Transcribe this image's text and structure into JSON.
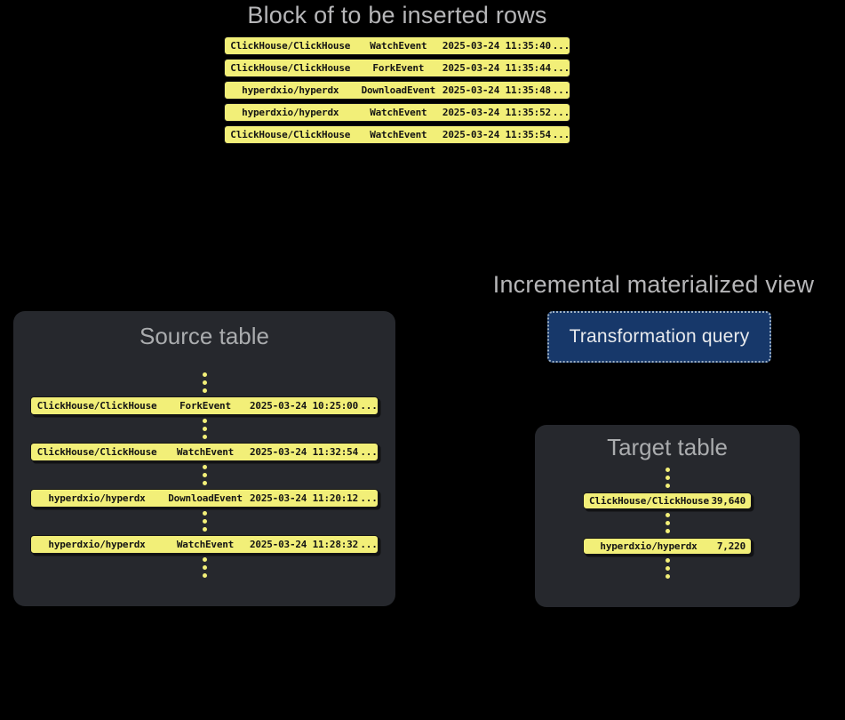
{
  "colors": {
    "background": "#000000",
    "panel": "#26282d",
    "row_yellow": "#f2ef78",
    "row_text": "#141414",
    "title_gray": "#b6b6b8",
    "button_bg": "#17386a",
    "button_border": "#9db0c4",
    "button_text": "#e8eaed"
  },
  "insert_block": {
    "title": "Block of to be inserted rows",
    "rows": [
      {
        "repo": "ClickHouse/ClickHouse",
        "event": "WatchEvent",
        "timestamp": "2025-03-24 11:35:40",
        "more": "..."
      },
      {
        "repo": "ClickHouse/ClickHouse",
        "event": "ForkEvent",
        "timestamp": "2025-03-24 11:35:44",
        "more": "..."
      },
      {
        "repo": "hyperdxio/hyperdx",
        "event": "DownloadEvent",
        "timestamp": "2025-03-24 11:35:48",
        "more": "..."
      },
      {
        "repo": "hyperdxio/hyperdx",
        "event": "WatchEvent",
        "timestamp": "2025-03-24 11:35:52",
        "more": "..."
      },
      {
        "repo": "ClickHouse/ClickHouse",
        "event": "WatchEvent",
        "timestamp": "2025-03-24 11:35:54",
        "more": "..."
      }
    ]
  },
  "source_table": {
    "title": "Source table",
    "rows": [
      {
        "repo": "ClickHouse/ClickHouse",
        "event": "ForkEvent",
        "timestamp": "2025-03-24 10:25:00",
        "more": "..."
      },
      {
        "repo": "ClickHouse/ClickHouse",
        "event": "WatchEvent",
        "timestamp": "2025-03-24 11:32:54",
        "more": "..."
      },
      {
        "repo": "hyperdxio/hyperdx",
        "event": "DownloadEvent",
        "timestamp": "2025-03-24 11:20:12",
        "more": "..."
      },
      {
        "repo": "hyperdxio/hyperdx",
        "event": "WatchEvent",
        "timestamp": "2025-03-24 11:28:32",
        "more": "..."
      }
    ]
  },
  "materialized_view": {
    "title": "Incremental materialized view",
    "button_label": "Transformation query"
  },
  "target_table": {
    "title": "Target table",
    "rows": [
      {
        "repo": "ClickHouse/ClickHouse",
        "count": "39,640"
      },
      {
        "repo": "hyperdxio/hyperdx",
        "count": "7,220"
      }
    ]
  }
}
